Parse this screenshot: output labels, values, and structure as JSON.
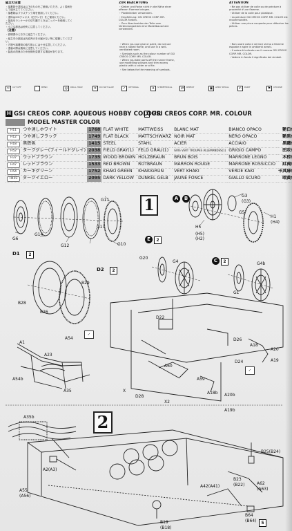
{
  "notes": {
    "ja_heading": "組立の注意",
    "ja_lines": [
      "・接着剤や塗料は以下のものをご使用いただき、よく換気をして組み立ててください。",
      "・接着剤はプラスチック用を使用してください。",
      "・塗料はGSIクレオス（旧グンゼ）をご使用ください。",
      "・部品をランナーから切り離すときはニッパーを使用してください。",
      "・小さな部品は紛失に注意してください。"
    ],
    "ja_heading2": "（注意）",
    "ja_lines2": [
      "・説明書のとおりに組立てください。",
      "・組立中の部品は乳幼児の手の届かない所に保管してください。",
      "・刃物や接着剤の取り扱いには十分注意してください。",
      "・塗装の際は換気に注意してください。",
      "・製品の改良のため仕様を変更する場合があります。"
    ],
    "de_heading": "ZUR BEACHTUNG",
    "de_lines": [
      "・Kleber und Farbe nicht in die Nähe einer offenen Flamme bringen.",
      "・Plastikkleber verwenden.",
      "・Empfehlung: GSI CREOS CORP. MR. COLOR Farben.",
      "・Zum Abschneiden der Teile vom Verbindungsstück eine Modellbauschere verwenden."
    ],
    "fr_heading": "ATTENTION",
    "fr_lines": [
      "・Ne pas utiliser de colle ou de peinture à proximité d'une flamme.",
      "・Utiliser de la colle pour plastique.",
      "・La peinture GSI CREOS CORP. MR. COLOR est recommandée.",
      "・Utiliser une pince coupante pour détacher les pièces."
    ],
    "en_lines": [
      "・When you use glue or paint, do not use near a naked flame, and use in a well-ventilated room.",
      "・Symbols such as the colour number of GSI CREOS CORP. MR. COLOR.",
      "・When you take parts off the runner frame, use modelling scissors and trim excess plastic with a cutter or a file.",
      "・See below for the meaning of symbols."
    ],
    "it_lines": [
      "・Non usare colla e vernice vicino a fiamme esposte e agire in ambienti aerati.",
      "・Il colore è indicato con il numero GSI CREOS CORP. MR. COLOR.",
      "・Vedere in fondo il significato dei simboli."
    ]
  },
  "icons": [
    {
      "glyph": "✂",
      "name": "cut-icon",
      "label": "CUT OFF"
    },
    {
      "glyph": "⌒",
      "name": "bend-icon",
      "label": "BEND"
    },
    {
      "glyph": "◎",
      "name": "drill-icon",
      "label": "DRILL HOLE"
    },
    {
      "glyph": "✕",
      "name": "no-glue-icon",
      "label": "DO NOT GLUE"
    },
    {
      "glyph": "✓",
      "name": "option-icon",
      "label": "OPTIONAL"
    },
    {
      "glyph": "✦",
      "name": "symmetric-icon",
      "label": "SYMMETRICAL"
    },
    {
      "glyph": "⇄",
      "name": "repeat-icon",
      "label": "REPEAT"
    },
    {
      "glyph": "▣",
      "name": "decal-icon",
      "label": "APPLY DECAL"
    },
    {
      "glyph": "✍",
      "name": "paint-icon",
      "label": "PAINT"
    },
    {
      "glyph": "⚑",
      "name": "choice-icon",
      "label": "CHOOSE"
    }
  ],
  "colour_table": {
    "aqueous_title": "GSI CREOS CORP. AQUEOUS HOBBY COLOUR",
    "aqueous_tag": "H",
    "mr_title": "GSI CREOS CORP. MR. COLOUR",
    "mr_tag": "1",
    "model_master_title": "MODEL MASTER COLOR",
    "rows": [
      {
        "code": "H11",
        "ja": "つや消しホワイト",
        "num": "1768",
        "en": "FLAT WHITE",
        "de": "MATTWEISS",
        "fr": "BLANC MAT",
        "it": "BIANCO OPACO",
        "jp2": "艶白色"
      },
      {
        "code": "H12",
        "ja": "つや消しブラック",
        "num": "1749",
        "en": "FLAT BLACK",
        "de": "MATTSCHWARZ",
        "fr": "NOIR MAT",
        "it": "NERO OPACO",
        "jp2": "艶黒色"
      },
      {
        "code": "H18",
        "ja": "黒鉄色",
        "num": "1415",
        "en": "STEEL",
        "de": "STAHL",
        "fr": "ACIER",
        "it": "ACCIAIO",
        "jp2": "黒鐵色"
      },
      {
        "code": "H52",
        "ja": "ダークグレー(フィールドグレイ)",
        "num": "2038",
        "en": "FIELD GRAY(1)",
        "de": "FELD GRAU(1)",
        "fr": "GRIS VERT TROUPES ALLEMANDES(1)",
        "it": "GRIGIO CAMPO",
        "jp2": "田灰色"
      },
      {
        "code": "H37",
        "ja": "ウッドブラウン",
        "num": "1735",
        "en": "WOOD BROWN",
        "de": "HOLZBRAUN",
        "fr": "BRUN BOIS",
        "it": "MARRONE LEGNO",
        "jp2": "木棕色"
      },
      {
        "code": "H47",
        "ja": "レッドブラウン",
        "num": "1533",
        "en": "RED BROWN",
        "de": "ROTBRAUN",
        "fr": "MARRON ROUGE",
        "it": "MARRONE ROSSICCIO",
        "jp2": "紅褐色"
      },
      {
        "code": "H54",
        "ja": "カーキグリーン",
        "num": "1752",
        "en": "KHAKI GREEN",
        "de": "KHAKIGRÜN",
        "fr": "VERT KHAKI",
        "it": "VERDE KAKI",
        "jp2": "卡其綠色"
      },
      {
        "code": "H403",
        "ja": "ダークイエロー",
        "num": "2095",
        "en": "DARK YELLOW",
        "de": "DUNKEL GELB",
        "fr": "JAUNE FONCÉ",
        "it": "GIALLO SCURO",
        "jp2": "暗黃色"
      }
    ]
  },
  "steps": {
    "step1": "1",
    "step2": "2"
  },
  "sub_labels": {
    "a": "A",
    "b": "B",
    "c": "C",
    "e": "E",
    "d1": "D1",
    "d2": "D2",
    "qty2": "2",
    "qty2b": "2",
    "qty2c": "2",
    "qty2d": "2",
    "qty5": "5"
  },
  "parts": [
    "G6",
    "G14",
    "G13",
    "G12",
    "G11",
    "G10",
    "G3",
    "(G3)",
    "G5",
    "(H5)",
    "H5",
    "(H2)",
    "H1",
    "(H4)",
    "G20",
    "G4",
    "G1",
    "G4b",
    "B29",
    "B28",
    "B26",
    "A1",
    "A54",
    "A23",
    "A54b",
    "A35",
    "D22",
    "A60",
    "A59",
    "D26",
    "A18",
    "A20",
    "D24",
    "A19",
    "D28",
    "X",
    "A18b",
    "A20b",
    "A19b",
    "X2",
    "A35b",
    "A2(A3)",
    "A55",
    "(A56)",
    "B25(B24)",
    "A42(A41)",
    "B23",
    "(B22)",
    "A62",
    "(A63)",
    "B19",
    "(B18)",
    "B64",
    "(B64)"
  ]
}
